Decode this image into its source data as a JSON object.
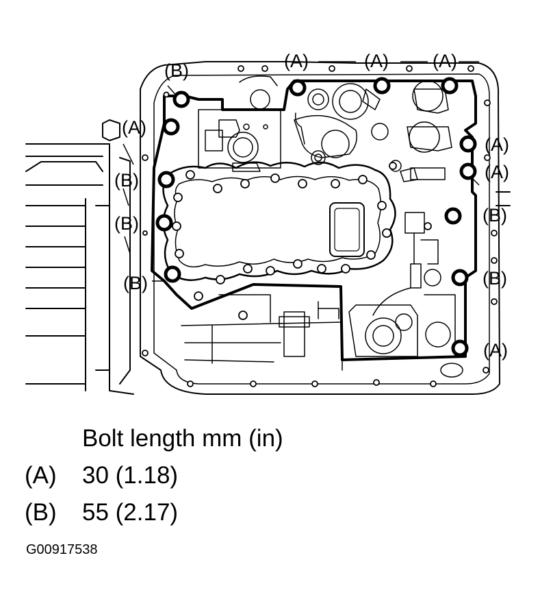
{
  "diagram": {
    "callouts": [
      {
        "id": "a1",
        "text": "(A)"
      },
      {
        "id": "a2",
        "text": "(A)"
      },
      {
        "id": "a3",
        "text": "(A)"
      },
      {
        "id": "a4",
        "text": "(A)"
      },
      {
        "id": "a5",
        "text": "(A)"
      },
      {
        "id": "a6",
        "text": "(A)"
      },
      {
        "id": "a7",
        "text": "(A)"
      },
      {
        "id": "b1",
        "text": "(B)"
      },
      {
        "id": "b2",
        "text": "(B)"
      },
      {
        "id": "b3",
        "text": "(B)"
      },
      {
        "id": "b4",
        "text": "(B)"
      },
      {
        "id": "b5",
        "text": "(B)"
      },
      {
        "id": "b6",
        "text": "(B)"
      }
    ]
  },
  "legend": {
    "title": "Bolt length mm (in)",
    "rows": [
      {
        "key": "(A)",
        "value": "30 (1.18)"
      },
      {
        "key": "(B)",
        "value": "55 (2.17)"
      }
    ]
  },
  "figure_id": "G00917538",
  "colors": {
    "line": "#000000",
    "background": "#ffffff"
  }
}
